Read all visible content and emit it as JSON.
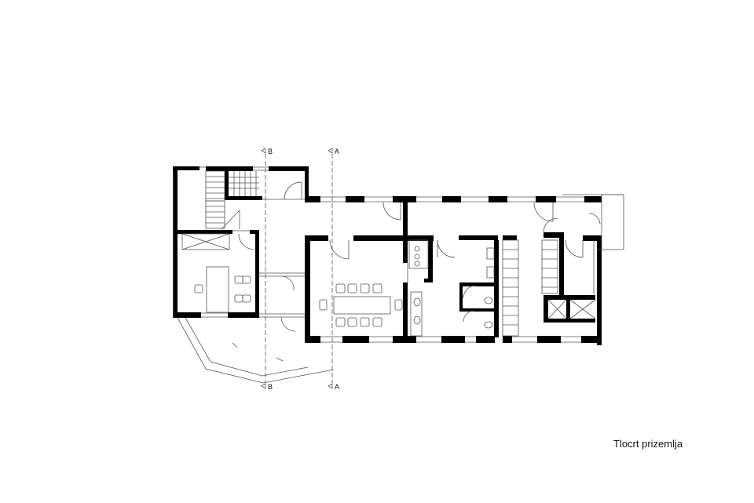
{
  "drawing": {
    "title": "Tlocrt prizemlja",
    "section_marks": [
      "B",
      "A"
    ]
  },
  "colors": {
    "wall": "#000000",
    "line": "#555555",
    "background": "#ffffff"
  }
}
